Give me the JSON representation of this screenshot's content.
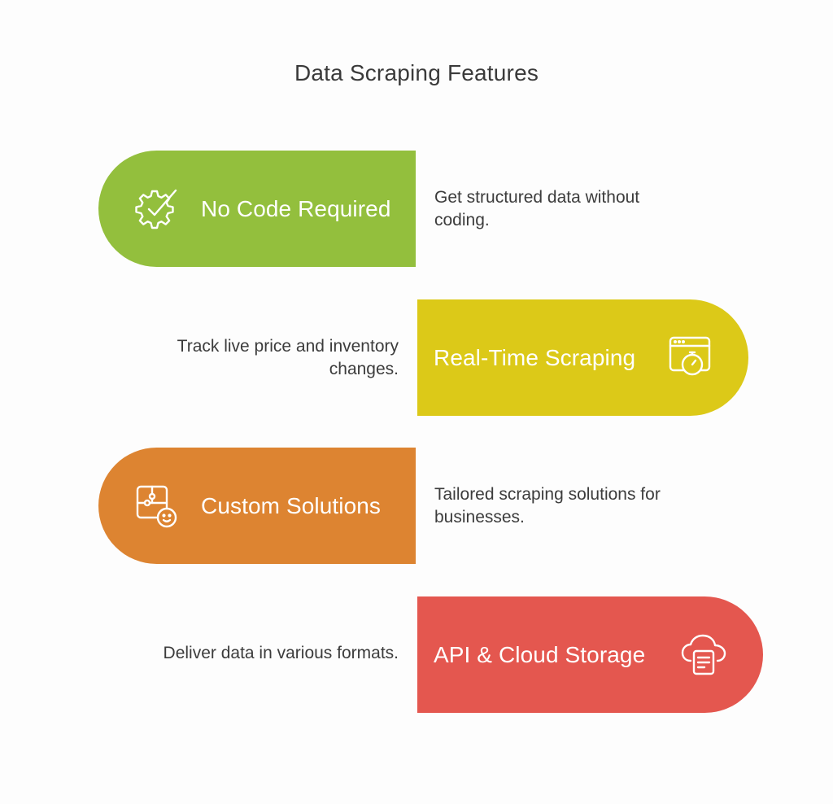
{
  "title": "Data Scraping Features",
  "colors": {
    "green": "#93bf3d",
    "yellow": "#dcc918",
    "orange": "#dd8431",
    "red": "#e4574f"
  },
  "features": [
    {
      "label": "No Code Required",
      "description": "Get structured data without coding.",
      "icon": "gear-check-icon",
      "color": "#93bf3d"
    },
    {
      "label": "Real-Time Scraping",
      "description": "Track live price and inventory changes.",
      "icon": "browser-stopwatch-icon",
      "color": "#dcc918"
    },
    {
      "label": "Custom Solutions",
      "description": "Tailored scraping solutions for businesses.",
      "icon": "puzzle-face-icon",
      "color": "#dd8431"
    },
    {
      "label": "API & Cloud Storage",
      "description": "Deliver data in various formats.",
      "icon": "cloud-document-icon",
      "color": "#e4574f"
    }
  ]
}
